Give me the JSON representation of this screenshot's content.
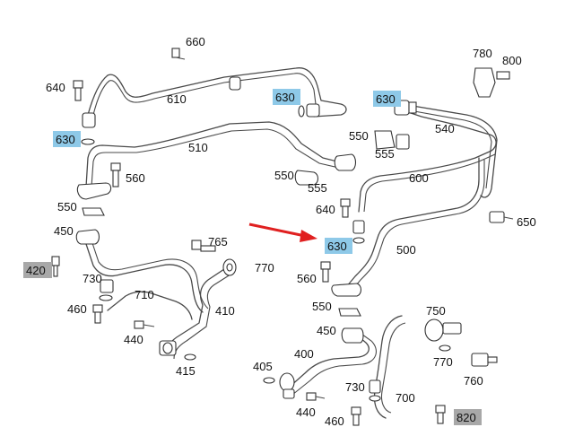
{
  "labels": {
    "l660": "660",
    "l640a": "640",
    "l610": "610",
    "l630a": "630",
    "l630b": "630",
    "l630c": "630",
    "l510": "510",
    "l560a": "560",
    "l550a": "550",
    "l780": "780",
    "l800": "800",
    "l550b": "550",
    "l540": "540",
    "l555a": "555",
    "l600": "600",
    "l550c": "550",
    "l555b": "555",
    "l640b": "640",
    "l650": "650",
    "l630d": "630",
    "l500": "500",
    "l560b": "560",
    "l550d": "550",
    "l450a": "450",
    "l765": "765",
    "l420": "420",
    "l770a": "770",
    "l730a": "730",
    "l710": "710",
    "l460a": "460",
    "l410": "410",
    "l440a": "440",
    "l415": "415",
    "l750": "750",
    "l450b": "450",
    "l400": "400",
    "l770b": "770",
    "l405": "405",
    "l760": "760",
    "l730b": "730",
    "l700": "700",
    "l440b": "440",
    "l460b": "460",
    "l820": "820"
  },
  "highlight_colors": {
    "blue": "#8ec9e8",
    "gray": "#a8a8a8",
    "arrow": "#e02020"
  }
}
